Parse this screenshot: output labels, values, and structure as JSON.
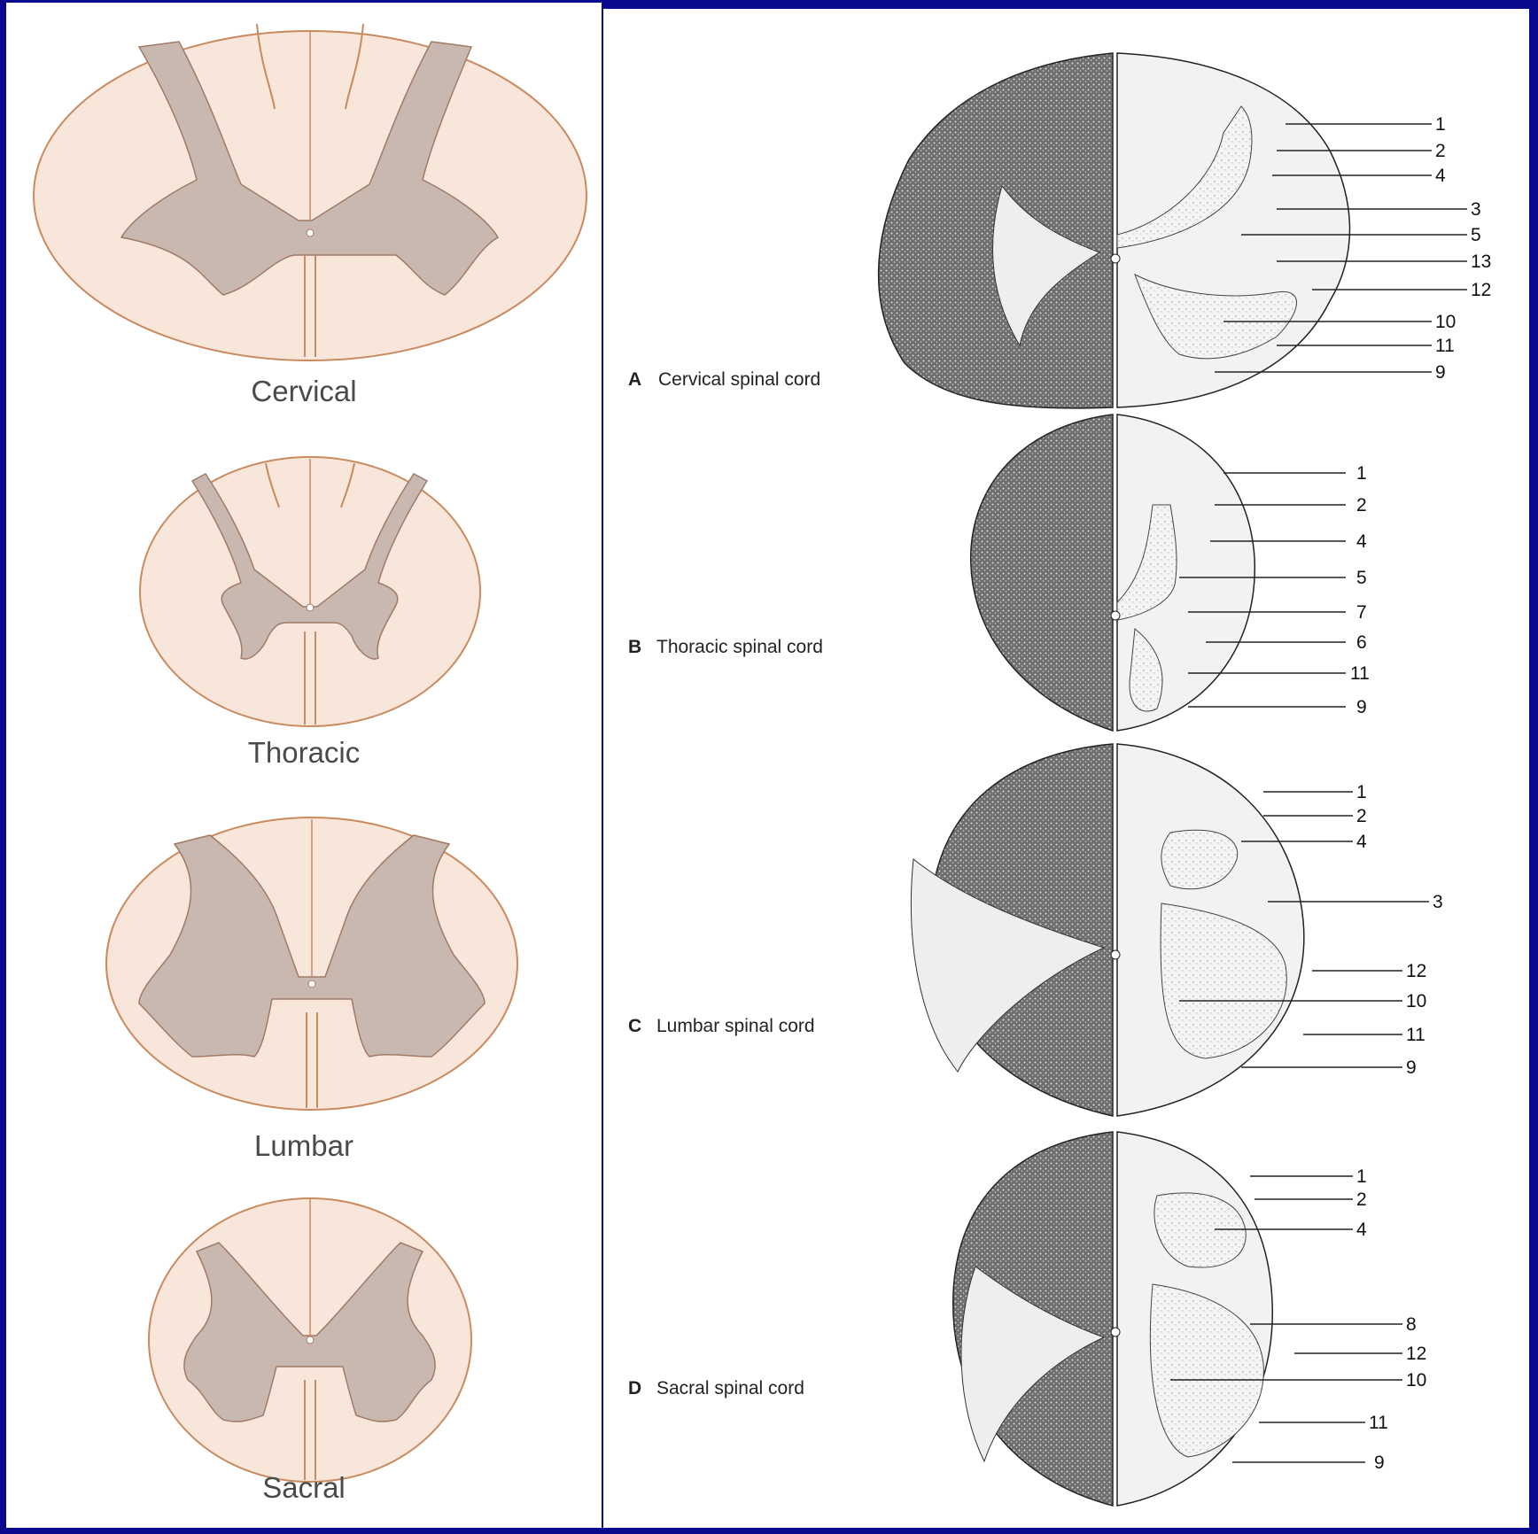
{
  "left_panel": {
    "sections": [
      {
        "label": "Cervical"
      },
      {
        "label": "Thoracic"
      },
      {
        "label": "Lumbar"
      },
      {
        "label": "Sacral"
      }
    ]
  },
  "right_panel": {
    "sections": [
      {
        "letter": "A",
        "caption": "Cervical spinal cord",
        "labels": [
          "1",
          "2",
          "4",
          "3",
          "5",
          "13",
          "12",
          "10",
          "11",
          "9"
        ]
      },
      {
        "letter": "B",
        "caption": "Thoracic spinal cord",
        "labels": [
          "1",
          "2",
          "4",
          "5",
          "7",
          "6",
          "11",
          "9"
        ]
      },
      {
        "letter": "C",
        "caption": "Lumbar spinal cord",
        "labels": [
          "1",
          "2",
          "4",
          "3",
          "12",
          "10",
          "11",
          "9"
        ]
      },
      {
        "letter": "D",
        "caption": "Sacral spinal cord",
        "labels": [
          "1",
          "2",
          "4",
          "8",
          "12",
          "10",
          "11",
          "9"
        ]
      }
    ]
  },
  "colors": {
    "background": "#0a0a8f",
    "white_matter": "#f9e6da",
    "grey_matter": "#c9b8b0",
    "outline": "#c98a5f",
    "stipple": "#7a7a7a"
  }
}
